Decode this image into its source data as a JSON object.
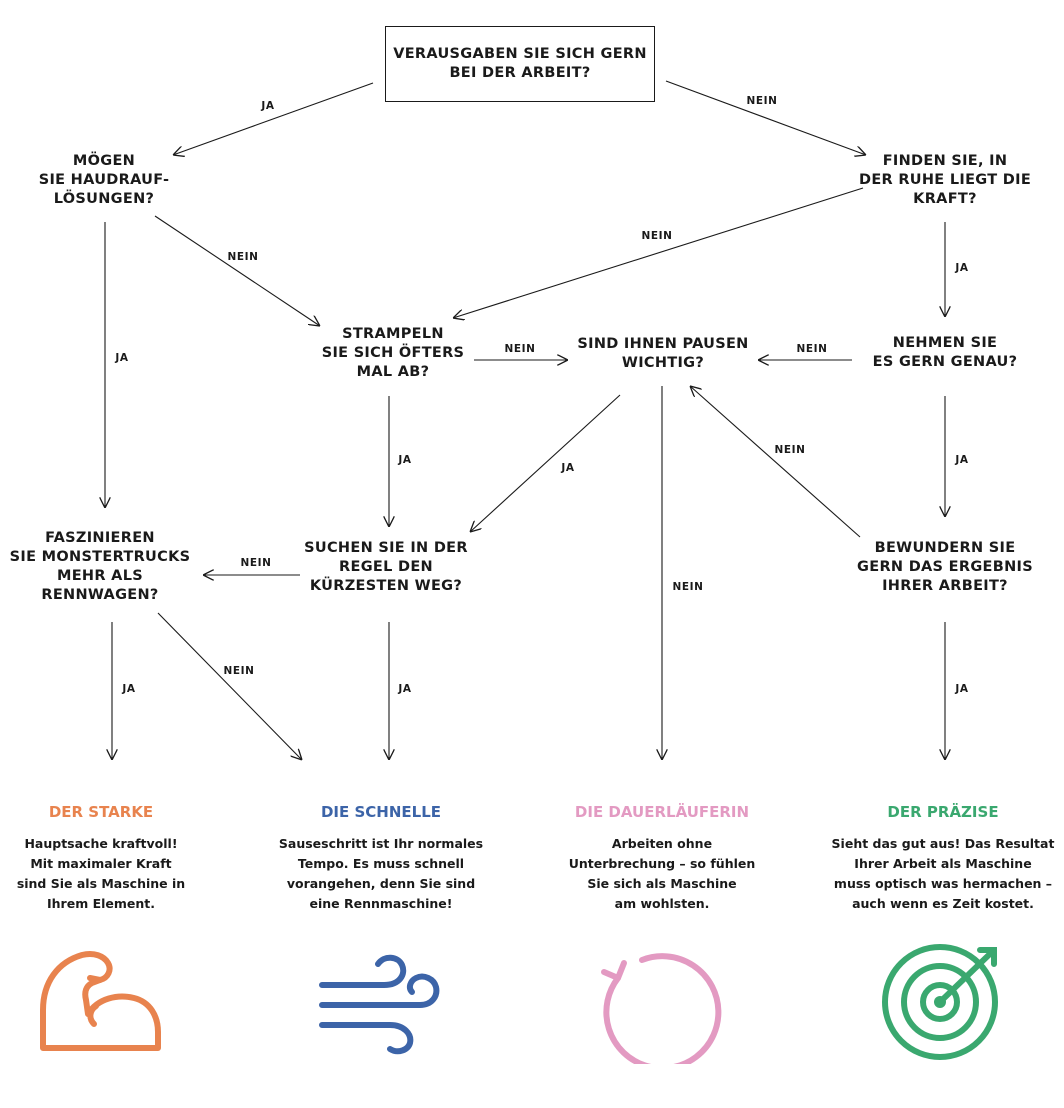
{
  "start": {
    "lines": [
      "VERAUSGABEN SIE SICH GERN",
      "BEI DER ARBEIT?"
    ]
  },
  "questions": {
    "haudrauf": [
      "MÖGEN",
      "SIE HAUDRAUF-",
      "LÖSUNGEN?"
    ],
    "ruhe": [
      "FINDEN SIE, IN",
      "DER RUHE LIEGT DIE",
      "KRAFT?"
    ],
    "strampeln": [
      "STRAMPELN",
      "SIE SICH ÖFTERS",
      "MAL AB?"
    ],
    "pausen": [
      "SIND IHNEN PAUSEN",
      "WICHTIG?"
    ],
    "genau": [
      "NEHMEN SIE",
      "ES GERN GENAU?"
    ],
    "monstertrucks": [
      "FASZINIEREN",
      "SIE MONSTERTRUCKS",
      "MEHR ALS",
      "RENNWAGEN?"
    ],
    "kuerzester": [
      "SUCHEN SIE IN DER",
      "REGEL DEN",
      "KÜRZESTEN WEG?"
    ],
    "ergebnis": [
      "BEWUNDERN SIE",
      "GERN DAS ERGEBNIS",
      "IHRER ARBEIT?"
    ]
  },
  "labels": {
    "yes": "JA",
    "no": "NEIN"
  },
  "results": [
    {
      "title": "DER STARKE",
      "color": "#e8834e",
      "icon": "flexed-arm-icon",
      "text": [
        "Hauptsache kraftvoll!",
        "Mit maximaler Kraft",
        "sind Sie als Maschine in",
        "Ihrem Element."
      ]
    },
    {
      "title": "DIE SCHNELLE",
      "color": "#3c64a8",
      "icon": "wind-icon",
      "text": [
        "Sauseschritt ist Ihr normales",
        "Tempo. Es muss schnell",
        "vorangehen, denn Sie sind",
        "eine Rennmaschine!"
      ]
    },
    {
      "title": "DIE DAUERLÄUFERIN",
      "color": "#e39ac2",
      "icon": "loop-arrow-icon",
      "text": [
        "Arbeiten ohne",
        "Unterbrechung – so fühlen",
        "Sie sich als Maschine",
        "am wohlsten."
      ]
    },
    {
      "title": "DER PRÄZISE",
      "color": "#3aa86f",
      "icon": "target-icon",
      "text": [
        "Sieht das gut aus! Das Resultat",
        "Ihrer Arbeit als Maschine",
        "muss optisch was hermachen –",
        "auch wenn es Zeit kostet."
      ]
    }
  ]
}
